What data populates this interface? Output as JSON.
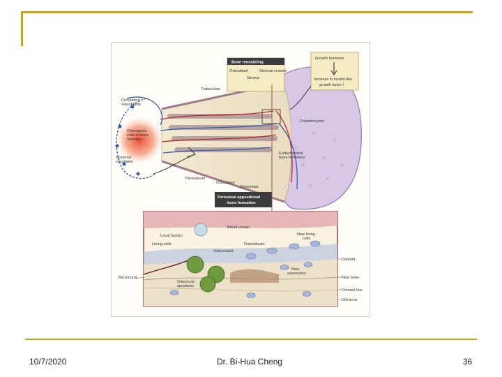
{
  "footer": {
    "date": "10/7/2020",
    "author": "Dr. Bi-Hua Cheng",
    "page_number": "36"
  },
  "figure": {
    "labels": {
      "bone_remodeling": "Bone remodeling",
      "osteoblast": "Osteoblast",
      "stromal_vessels": "Stromal vessels",
      "stroma": "Stroma",
      "growth_hormone": "Growth hormone",
      "increase_igf": "Increase in insulin-like",
      "growth_factor": "growth factor I",
      "trabeculae": "Trabeculae",
      "circulating": "Circulating",
      "osteoblasts": "osteoblasts",
      "osteogenic": "Osteogenic",
      "cells_in_bone": "cells in bone",
      "marrow": "marrow",
      "systemic": "Systemic",
      "circulation": "circulation",
      "chondrocytes": "Chondrocytes",
      "endochondral": "Endochondral",
      "bone_formation": "bone formation",
      "periosteum": "Periosteum",
      "osteoblast_2": "Osteoblast",
      "osteoclast": "Osteoclast",
      "periosteal_appositional": "Periosteal appositional",
      "bone_formation_2": "bone formation",
      "blood_vessel": "Blood vessel",
      "local_factors": "Local factors",
      "lining_cells": "Lining cells",
      "osteoclasts": "Osteoclasts",
      "osteoblasts_2": "Osteoblasts",
      "new_lining": "New lining",
      "cells": "cells",
      "osteoid": "Osteoid",
      "microcrack": "Microcrack",
      "new": "New",
      "osteocytes": "osteocytes",
      "new_bone": "New bone",
      "osteocyte": "Osteocyte",
      "apoptosis": "apoptosis",
      "cement_line": "Cement line",
      "old_bone": "Old bone"
    },
    "colors": {
      "marrow_glow": "#e8442a",
      "vessel_red": "#b3262a",
      "vessel_blue": "#3a5fb0",
      "cartilage": "#c9b6de",
      "label_box": "#f6ecc4",
      "header_box": "#3a3a3a",
      "inset_border": "#a14b5a",
      "osteoclast_green": "#6f9a3e"
    }
  }
}
